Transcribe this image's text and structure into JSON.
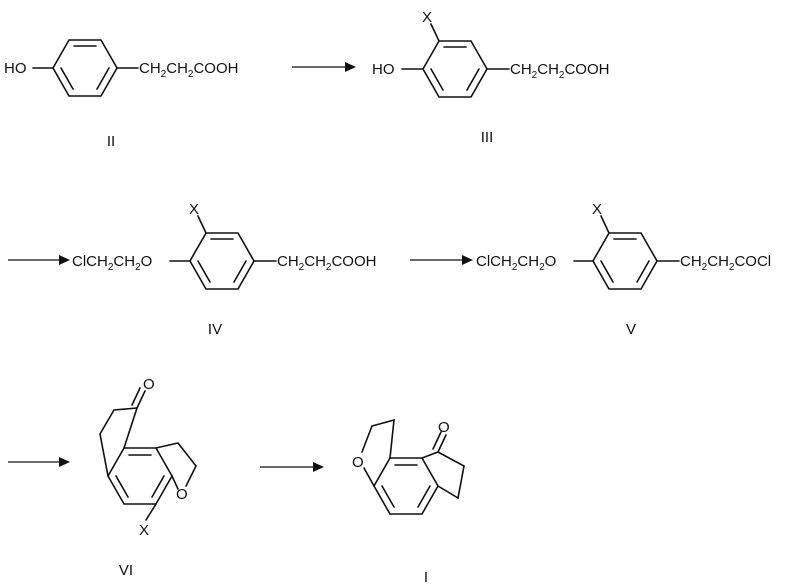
{
  "scheme": {
    "compounds": {
      "II": {
        "number": "II",
        "prefix": "HO",
        "chain": "CH2CH2COOH"
      },
      "III": {
        "number": "III",
        "prefix": "HO",
        "substituent": "X",
        "chain": "CH2CH2COOH"
      },
      "IV": {
        "number": "IV",
        "prefix": "ClCH2CH2O",
        "substituent": "X",
        "chain": "CH2CH2COOH"
      },
      "V": {
        "number": "V",
        "prefix": "ClCH2CH2O",
        "substituent": "X",
        "chain": "CH2CH2COCl"
      },
      "VI": {
        "number": "VI",
        "ketone_o": "O",
        "ring_o": "O",
        "substituent": "X"
      },
      "I": {
        "number": "I",
        "ketone_o": "O",
        "ring_o": "O"
      }
    }
  }
}
